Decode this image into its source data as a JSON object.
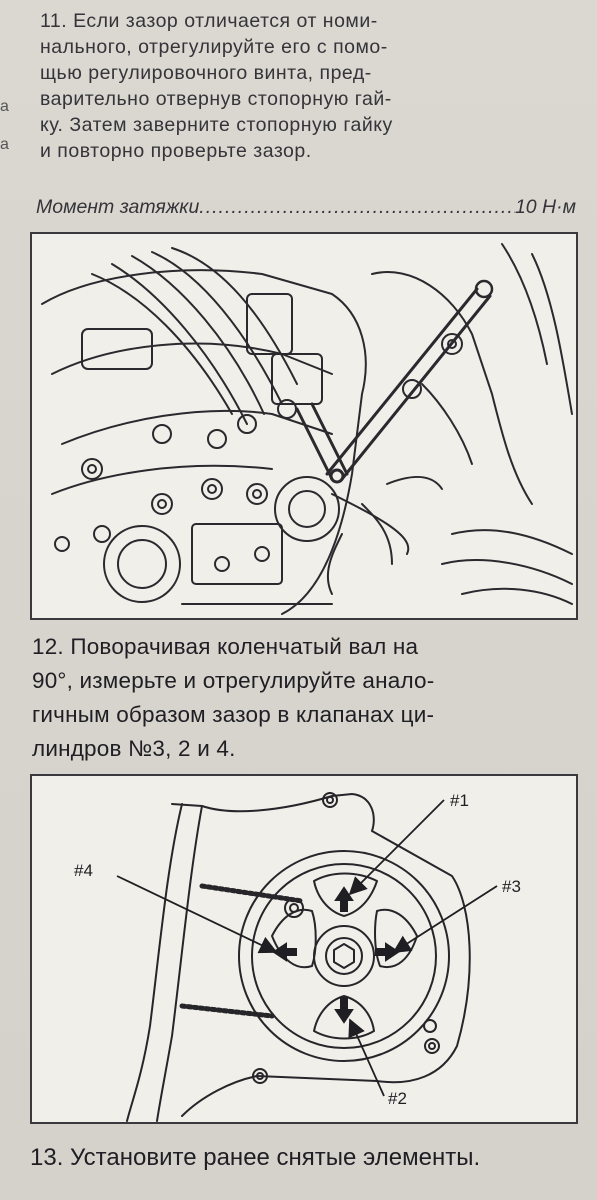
{
  "step11": {
    "lines": [
      "11. Если зазор отличается от номи-",
      "нального, отрегулируйте его с помо-",
      "щью регулировочного винта, пред-",
      "варительно отвернув стопорную гай-",
      "ку. Затем заверните стопорную гайку",
      "и повторно проверьте зазор."
    ],
    "torque_label": "Момент затяжки",
    "torque_value": "10 Н·м"
  },
  "step12": {
    "lines": [
      "12. Поворачивая коленчатый вал на",
      "90°, измерьте и отрегулируйте анало-",
      "гичным образом зазор в клапанах ци-",
      "линдров №3, 2 и 4."
    ]
  },
  "figure2": {
    "labels": {
      "cyl1": "#1",
      "cyl2": "#2",
      "cyl3": "#3",
      "cyl4": "#4"
    }
  },
  "step13": {
    "text": "13. Установите ранее снятые элементы."
  },
  "colors": {
    "paper": "#d8d6ce",
    "ink": "#1e1e22",
    "figure_bg": "#f0efea"
  }
}
